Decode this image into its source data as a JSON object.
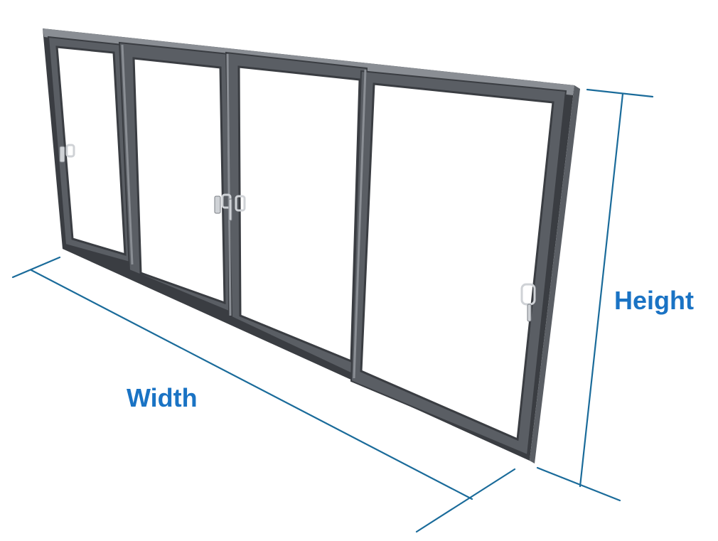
{
  "labels": {
    "width": "Width",
    "height": "Height"
  },
  "colors": {
    "dimension": "#1a6b9a",
    "label": "#1a73c4",
    "frame_dark": "#3a3d42",
    "frame_mid": "#5a5e64",
    "frame_light": "#8a8e94",
    "glass": "#ffffff",
    "handle": "#cfd2d6"
  },
  "icons": {
    "door": "sliding-door-icon",
    "handle": "door-handle-icon"
  },
  "door": {
    "panel_count": 4
  }
}
